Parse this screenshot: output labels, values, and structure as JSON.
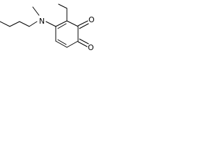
{
  "molecule": {
    "atoms": {
      "amine_nitrogen": "N",
      "ketone_oxygen_top": "O",
      "ketone_oxygen_bottom": "O"
    },
    "colors": {
      "bond": "#000000",
      "label": "#000000",
      "background": "#ffffff"
    }
  }
}
